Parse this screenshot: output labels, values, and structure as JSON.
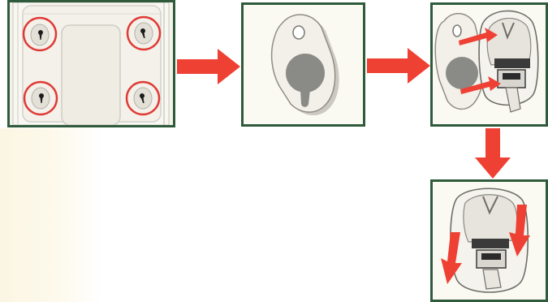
{
  "colors": {
    "panel_border": "#2f5b3c",
    "arrow": "#ef4034",
    "circle_marker": "#e03a36",
    "plate": "#f2f0e8",
    "keyhole": "#8a8a86",
    "bracket_fill": "#2b2b2b"
  },
  "steps": [
    {
      "name": "cabinet-back-mounting-holes",
      "icons": [
        "keyhole-icon",
        "keyhole-icon",
        "keyhole-icon",
        "keyhole-icon"
      ]
    },
    {
      "name": "keyhole-plate",
      "icons": [
        "keyhole-plate-icon"
      ]
    },
    {
      "name": "attach-bracket-to-plate",
      "icons": [
        "keyhole-plate-icon",
        "wall-bracket-icon",
        "insert-arrow-icon",
        "insert-arrow-icon"
      ]
    },
    {
      "name": "slide-bracket-down",
      "icons": [
        "wall-bracket-icon",
        "slide-down-arrow-icon",
        "slide-down-arrow-icon"
      ]
    }
  ],
  "flow_arrows": [
    "arrow-right-icon",
    "arrow-right-icon",
    "arrow-down-icon"
  ]
}
